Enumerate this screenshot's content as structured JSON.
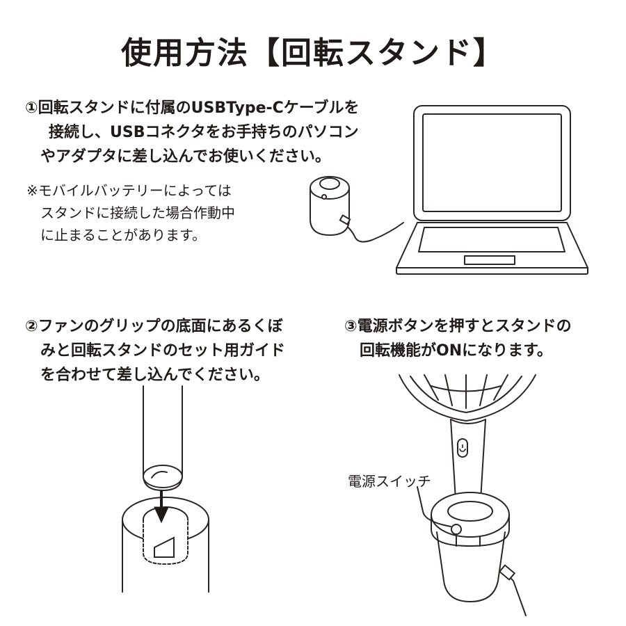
{
  "title": "使用方法【回転スタンド】",
  "steps": [
    {
      "lines": [
        "①回転スタンドに付属のUSBType-Cケーブルを",
        "接続し、USBコネクタをお手持ちのパソコン",
        "やアダプタに差し込んでお使いください。"
      ]
    },
    {
      "lines": [
        "②ファンのグリップの底面にあるくぼ",
        "みと回転スタンドのセット用ガイド",
        "を合わせて差し込んでください。"
      ]
    },
    {
      "lines": [
        "③電源ボタンを押すとスタンドの",
        "回転機能がONになります。"
      ]
    }
  ],
  "note": {
    "lines": [
      "※モバイルバッテリーによっては",
      "スタンドに接続した場合作動中",
      "に止まることがあります。"
    ]
  },
  "callout": "電源スイッチ",
  "colors": {
    "ink": "#1f1a17",
    "line": "#2a2522"
  },
  "icons": [
    "laptop-illustration",
    "stand-illustration",
    "grip-arrow-illustration",
    "fan-on-stand-illustration",
    "power-icon"
  ]
}
